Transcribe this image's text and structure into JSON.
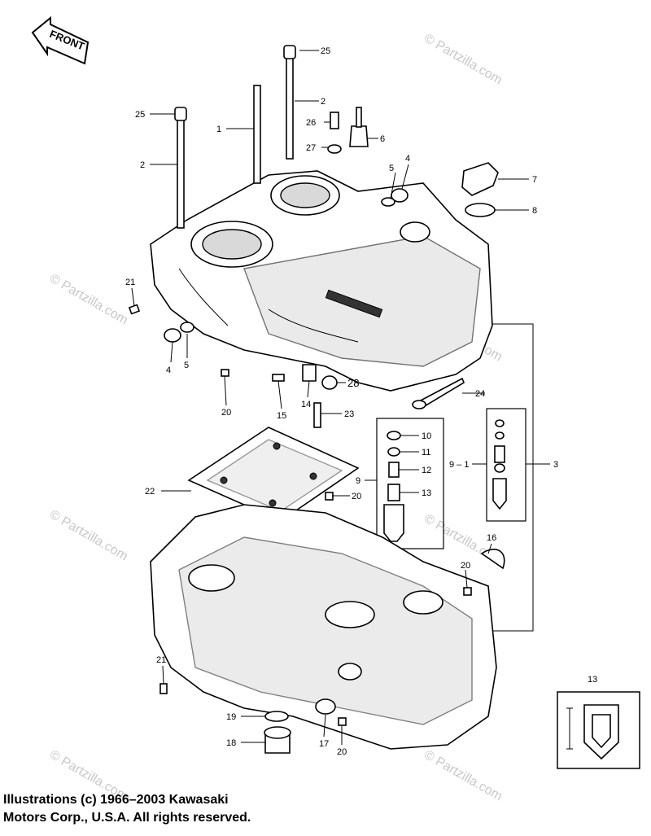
{
  "front_arrow": "FRONT",
  "watermark": "© Partzilla.com",
  "callouts": {
    "c1": "1",
    "c2a": "2",
    "c2b": "2",
    "c3": "3",
    "c4a": "4",
    "c4b": "4",
    "c5a": "5",
    "c5b": "5",
    "c6": "6",
    "c7": "7",
    "c8": "8",
    "c9": "9",
    "c9_1": "9 – 1",
    "c10": "10",
    "c11": "11",
    "c12": "12",
    "c13": "13",
    "c13_box": "13",
    "c14": "14",
    "c15": "15",
    "c16": "16",
    "c17": "17",
    "c18": "18",
    "c19": "19",
    "c20a": "20",
    "c20b": "20",
    "c20c": "20",
    "c20d": "20",
    "c21a": "21",
    "c21b": "21",
    "c22": "22",
    "c23": "23",
    "c24": "24",
    "c25a": "25",
    "c25b": "25",
    "c26": "26",
    "c27": "27",
    "c28": "28"
  },
  "copyright": {
    "line1": "Illustrations (c) 1966–2003 Kawasaki",
    "line2": "Motors Corp., U.S.A.  All rights reserved."
  }
}
